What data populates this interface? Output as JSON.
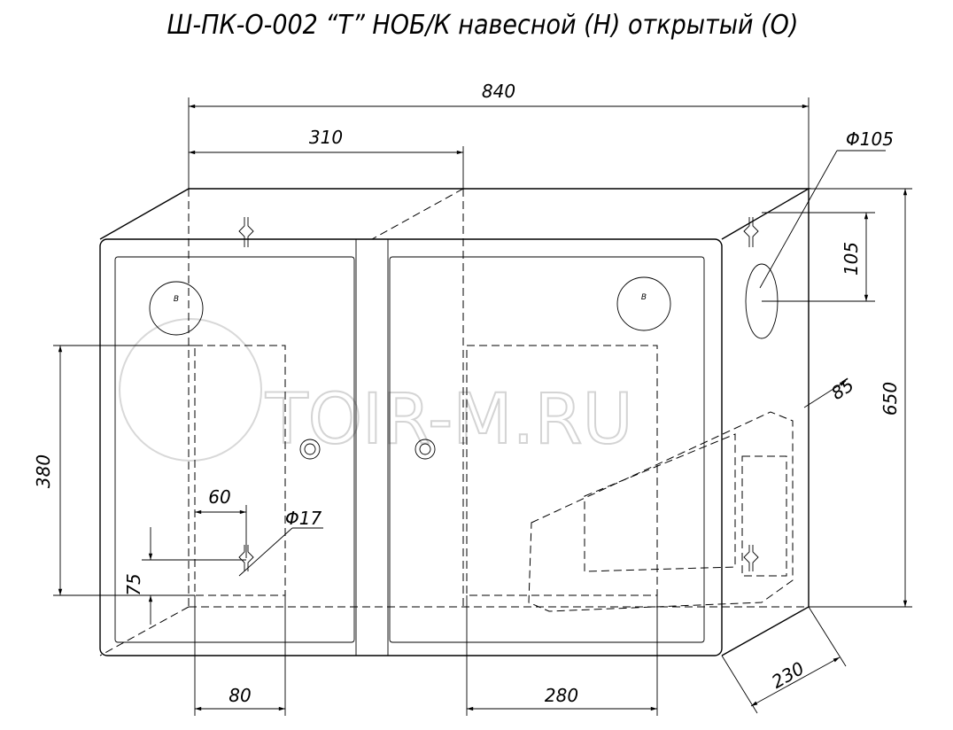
{
  "title": "Ш-ПК-О-002 “Т” НОБ/К навесной (Н) открытый (О)",
  "watermark": "TOIR-M.RU",
  "valve_label": "В",
  "dimensions": {
    "width": "840",
    "left_section": "310",
    "hole_diameter": "Φ105",
    "hole_offset": "105",
    "hole_depth": "85",
    "height": "650",
    "window_height": "380",
    "mount_spacing": "60",
    "mount_diameter": "Φ17",
    "mount_offset": "75",
    "left_window_width": "80",
    "right_window_width": "280",
    "depth": "230"
  }
}
